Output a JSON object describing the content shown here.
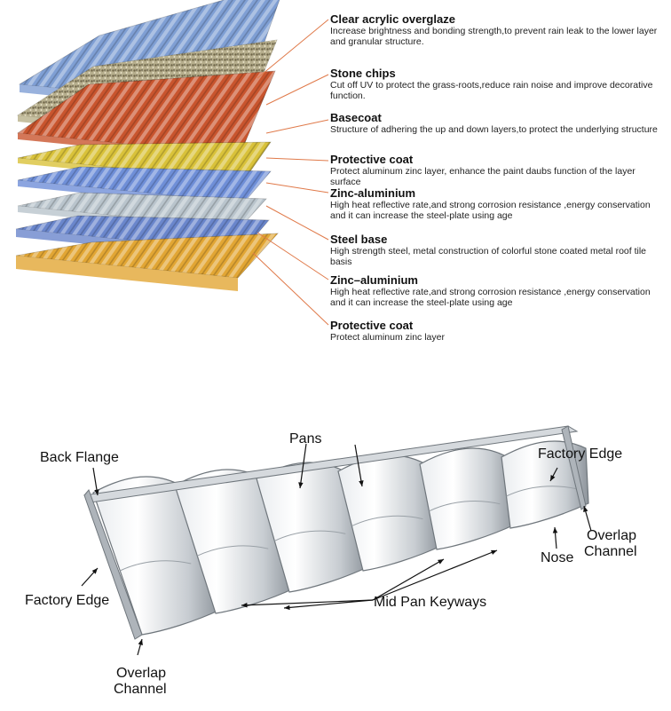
{
  "layers": [
    {
      "title": "Clear acrylic overglaze",
      "text": "Increase brightness and bonding strength,to prevent rain leak to the lower layer and granular structure."
    },
    {
      "title": "Stone chips",
      "text": "Cut off UV to protect the grass-roots,reduce rain noise and improve decorative function."
    },
    {
      "title": "Basecoat",
      "text": "Structure of adhering the up and down layers,to protect the underlying structure"
    },
    {
      "title": "Protective coat",
      "text": "Protect aluminum zinc layer, enhance the paint daubs function of the layer surface"
    },
    {
      "title": "Zinc-aluminium",
      "text": "High heat reflective rate,and strong corrosion resistance ,energy conservation and it can increase the steel-plate using age"
    },
    {
      "title": "Steel base",
      "text": "High strength steel, metal construction of colorful stone coated metal roof tile basis"
    },
    {
      "title": "Zinc–aluminium",
      "text": "High heat reflective rate,and strong corrosion resistance ,energy conservation and it can increase the steel-plate using age"
    },
    {
      "title": "Protective coat",
      "text": "Protect aluminum zinc layer"
    }
  ],
  "layer_colors": [
    "#7f9fd4",
    "#b8b08a",
    "#c9552e",
    "#d9c23a",
    "#6f8fd8",
    "#b9c4cc",
    "#6a86cc",
    "#e2a634"
  ],
  "leader_color": "#e07a4a",
  "tile_labels": {
    "back_flange": "Back Flange",
    "pans": "Pans",
    "factory_edge_top": "Factory Edge",
    "overlap_channel_right_1": "Overlap",
    "overlap_channel_right_2": "Channel",
    "nose": "Nose",
    "factory_edge_left": "Factory Edge",
    "mid_pan_keyways": "Mid Pan Keyways",
    "overlap_channel_bottom_1": "Overlap",
    "overlap_channel_bottom_2": "Channel"
  }
}
